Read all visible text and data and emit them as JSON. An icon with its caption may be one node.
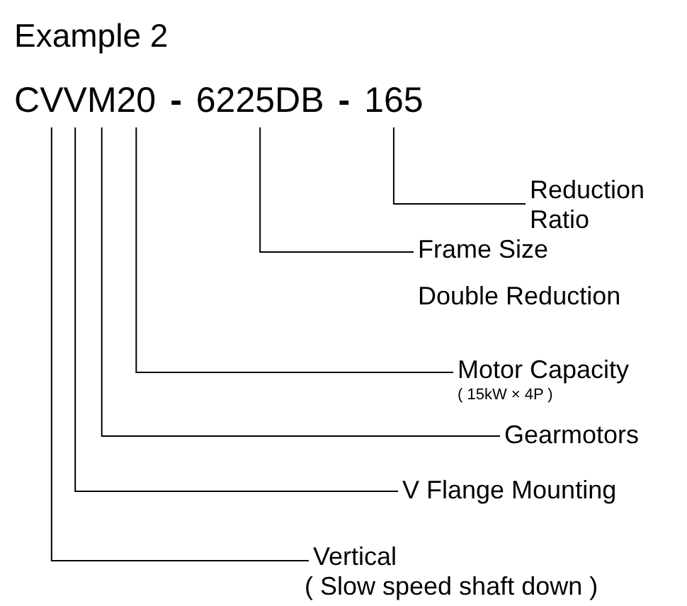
{
  "diagram": {
    "title": "Example 2",
    "nodes": [
      {
        "text": [
          "V"
        ]
      },
      {
        "text": [
          "V"
        ]
      },
      {
        "text": [
          "M"
        ]
      },
      {
        "text": [
          "20"
        ]
      },
      {
        "text": [
          "6225DB"
        ]
      },
      {
        "text": [
          "165"
        ]
      },
      {
        "text": [
          "Reduction Ratio"
        ]
      },
      {
        "text": [
          "Frame Size",
          "Double Reduction"
        ]
      },
      {
        "text": [
          "Motor Capacity",
          "( 15kW × 4P )"
        ]
      },
      {
        "text": [
          "Gearmotors"
        ]
      },
      {
        "text": [
          "V Flange Mounting"
        ]
      },
      {
        "text": [
          "Vertical",
          "( Slow speed shaft down )"
        ]
      }
    ],
    "edges": [
      {
        "from": 6,
        "to": 5,
        "arrow": "none"
      },
      {
        "from": 7,
        "to": 4,
        "arrow": "none"
      },
      {
        "from": 8,
        "to": 3,
        "arrow": "none"
      },
      {
        "from": 9,
        "to": 2,
        "arrow": "none"
      },
      {
        "from": 10,
        "to": 1,
        "arrow": "none"
      },
      {
        "from": 11,
        "to": 0,
        "arrow": "none"
      }
    ],
    "labels": [
      "C",
      "-",
      "-"
    ]
  }
}
